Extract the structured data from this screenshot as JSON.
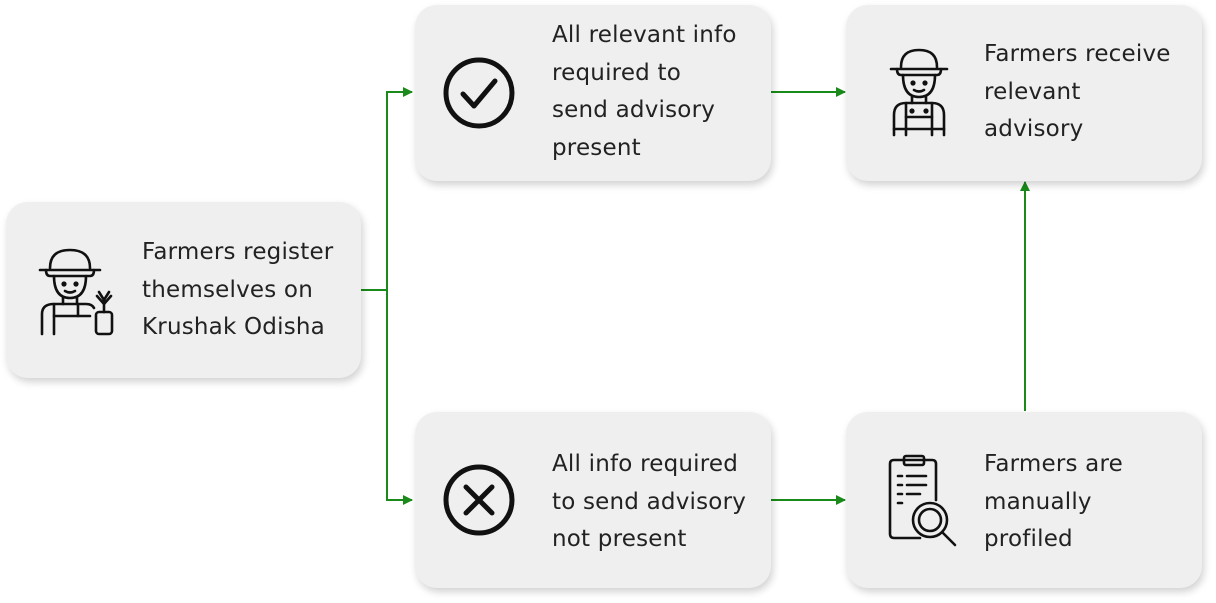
{
  "colors": {
    "card_background": "#efefef",
    "arrow": "#1a8a1a",
    "text": "#222222",
    "icon": "#111111"
  },
  "nodes": {
    "register": {
      "label": "Farmers register\nthemselves on\nKrushak Odisha",
      "icon": "farmer-with-plant-icon"
    },
    "info_present": {
      "label": "All relevant info\nrequired to\nsend advisory\npresent",
      "icon": "check-circle-icon"
    },
    "receive_advisory": {
      "label": "Farmers receive\nrelevant\nadvisory",
      "icon": "farmer-icon"
    },
    "info_missing": {
      "label": "All info required\nto send advisory\nnot present",
      "icon": "x-circle-icon"
    },
    "manual_profile": {
      "label": "Farmers are\nmanually\nprofiled",
      "icon": "document-search-icon"
    }
  },
  "edges": [
    {
      "from": "register",
      "to": "info_present"
    },
    {
      "from": "register",
      "to": "info_missing"
    },
    {
      "from": "info_present",
      "to": "receive_advisory"
    },
    {
      "from": "info_missing",
      "to": "manual_profile"
    },
    {
      "from": "manual_profile",
      "to": "receive_advisory"
    }
  ]
}
